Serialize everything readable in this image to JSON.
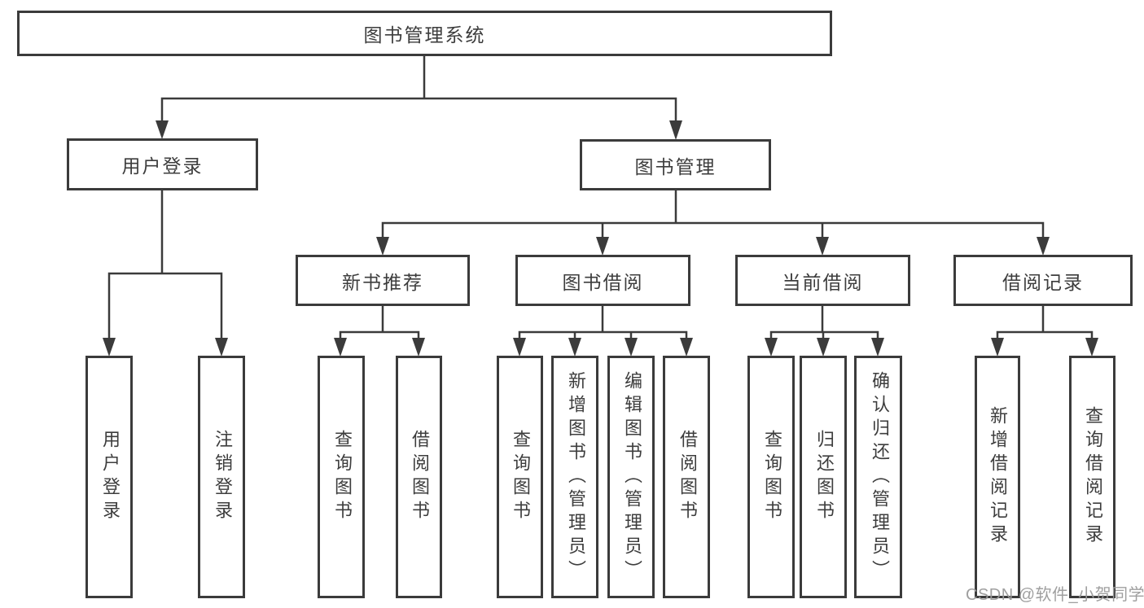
{
  "tree": {
    "label": "图书管理系统",
    "children": [
      {
        "label": "用户登录",
        "children": [
          {
            "label": "用户登录"
          },
          {
            "label": "注销登录"
          }
        ]
      },
      {
        "label": "图书管理",
        "children": [
          {
            "label": "新书推荐",
            "children": [
              {
                "label": "查询图书"
              },
              {
                "label": "借阅图书"
              }
            ]
          },
          {
            "label": "图书借阅",
            "children": [
              {
                "label": "查询图书"
              },
              {
                "label": "新增图书（管理员）"
              },
              {
                "label": "编辑图书（管理员）"
              },
              {
                "label": "借阅图书"
              }
            ]
          },
          {
            "label": "当前借阅",
            "children": [
              {
                "label": "查询图书"
              },
              {
                "label": "归还图书"
              },
              {
                "label": "确认归还（管理员）"
              }
            ]
          },
          {
            "label": "借阅记录",
            "children": [
              {
                "label": "新增借阅记录"
              },
              {
                "label": "查询借阅记录"
              }
            ]
          }
        ]
      }
    ]
  },
  "watermark": {
    "text": "CSDN @软件_小贺同学"
  },
  "colors": {
    "line": "#3b3b3b",
    "box_border": "#3b3b3b",
    "box_fill": "#ffffff",
    "text": "#3d3d3d",
    "watermark": "#9a9a9a",
    "background": "#ffffff"
  }
}
